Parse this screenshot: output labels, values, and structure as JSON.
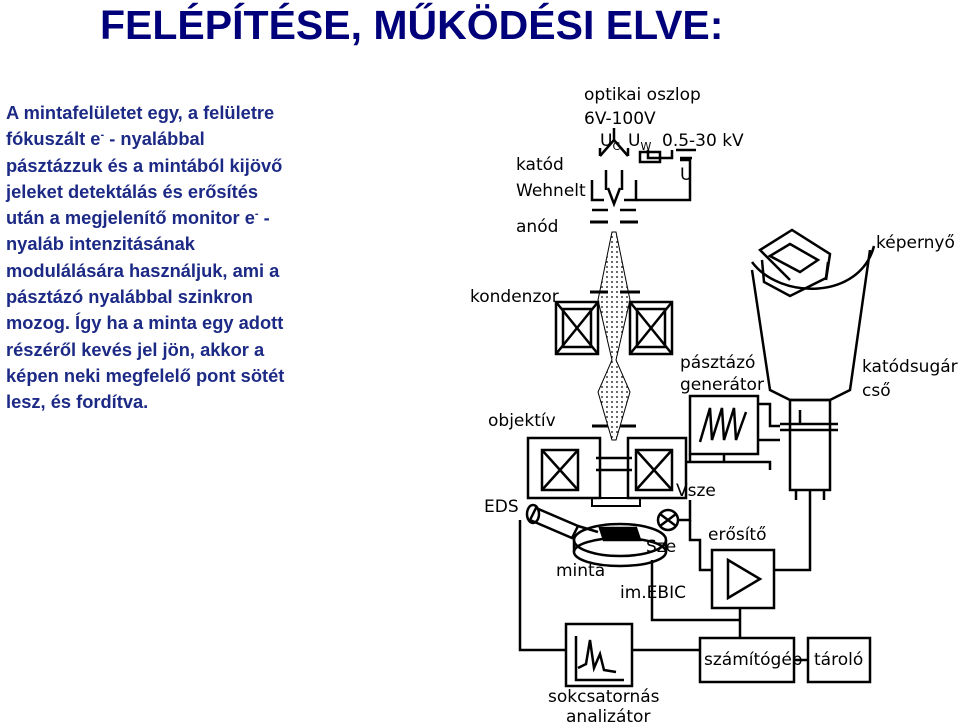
{
  "title": "FELÉPÍTÉSE, MŰKÖDÉSI ELVE:",
  "paragraph": {
    "lines": [
      {
        "pre": "A mintafelületet egy, a felületre",
        "sup": "",
        "post": ""
      },
      {
        "pre": "fókuszált e",
        "sup": "-",
        "post": " - nyalábbal"
      },
      {
        "pre": "pásztázzuk és a mintából kijövő",
        "sup": "",
        "post": ""
      },
      {
        "pre": "jeleket detektálás és erősítés",
        "sup": "",
        "post": ""
      },
      {
        "pre": "után a megjelenítő monitor e",
        "sup": "-",
        "post": " -"
      },
      {
        "pre": "nyaláb intenzitásának",
        "sup": "",
        "post": ""
      },
      {
        "pre": "modulálására használjuk, ami a",
        "sup": "",
        "post": ""
      },
      {
        "pre": "pásztázó nyalábbal szinkron",
        "sup": "",
        "post": ""
      },
      {
        "pre": "mozog. Így ha a minta egy adott",
        "sup": "",
        "post": ""
      },
      {
        "pre": "részéről kevés jel jön, akkor a",
        "sup": "",
        "post": ""
      },
      {
        "pre": "képen neki megfelelő pont sötét",
        "sup": "",
        "post": ""
      },
      {
        "pre": "lesz, és fordítva.",
        "sup": "",
        "post": ""
      }
    ]
  },
  "diagram": {
    "labels": {
      "optikai_oszlop": "optikai oszlop",
      "voltage_range": "6V-100V",
      "uc": "U",
      "uc_sub": "C",
      "uw": "U",
      "uw_sub": "W",
      "kv": "0.5-30 kV",
      "u": "U",
      "katod": "katód",
      "wehnelt": "Wehnelt",
      "anod": "anód",
      "kondenzor": "kondenzor",
      "kepernyo": "képernyő",
      "pasztazo": "pásztázó",
      "generator": "generátor",
      "katodsugar": "katódsugár -",
      "cso": "cső",
      "objektiv": "objektív",
      "eds": "EDS",
      "vsze": "Vsze",
      "sze": "Sze",
      "erosito": "erősítő",
      "minta": "minta",
      "im_ebic": "im.EBIC",
      "szamitogep": "számítógép",
      "tarolo": "tároló",
      "sokcsatornas": "sokcsatornás",
      "analizator": "analizátor"
    }
  },
  "colors": {
    "title": "#00007a",
    "text": "#1c2a86",
    "ink": "#000000"
  }
}
